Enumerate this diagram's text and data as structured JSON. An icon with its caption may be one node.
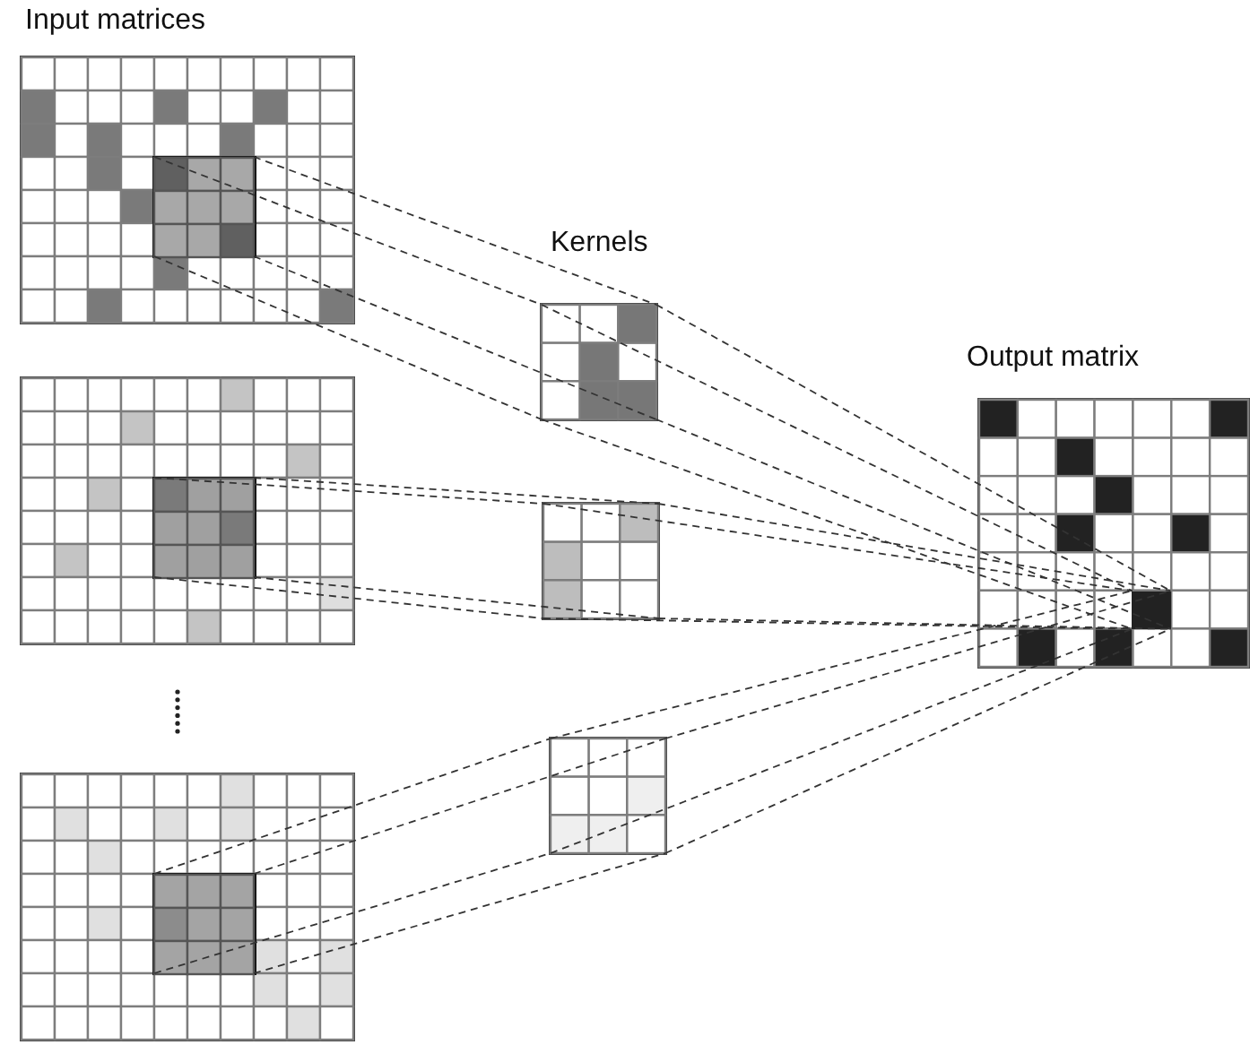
{
  "diagram": {
    "nodes": [
      {
        "text": [],
        "shape": "box"
      },
      {
        "text": [],
        "shape": "box",
        "in": 0
      },
      {
        "text": [],
        "shape": "box"
      },
      {
        "text": [],
        "shape": "box",
        "in": 2
      },
      {
        "text": [],
        "shape": "box"
      },
      {
        "text": [],
        "shape": "box",
        "in": 4
      },
      {
        "text": [],
        "shape": "box"
      },
      {
        "text": [],
        "shape": "box"
      },
      {
        "text": [],
        "shape": "box"
      },
      {
        "text": [],
        "shape": "box"
      },
      {
        "text": [],
        "shape": "box",
        "in": 9
      }
    ],
    "edges": [
      {
        "from": 1,
        "to": 6,
        "arrow": "none",
        "style": "dashed"
      },
      {
        "from": 1,
        "to": 6,
        "arrow": "none",
        "style": "dashed"
      },
      {
        "from": 1,
        "to": 6,
        "arrow": "none",
        "style": "dashed"
      },
      {
        "from": 1,
        "to": 6,
        "arrow": "none",
        "style": "dashed"
      },
      {
        "from": 3,
        "to": 7,
        "arrow": "none",
        "style": "dashed"
      },
      {
        "from": 3,
        "to": 7,
        "arrow": "none",
        "style": "dashed"
      },
      {
        "from": 3,
        "to": 7,
        "arrow": "none",
        "style": "dashed"
      },
      {
        "from": 3,
        "to": 7,
        "arrow": "none",
        "style": "dashed"
      },
      {
        "from": 5,
        "to": 8,
        "arrow": "none",
        "style": "dashed"
      },
      {
        "from": 5,
        "to": 8,
        "arrow": "none",
        "style": "dashed"
      },
      {
        "from": 5,
        "to": 8,
        "arrow": "none",
        "style": "dashed"
      },
      {
        "from": 5,
        "to": 8,
        "arrow": "none",
        "style": "dashed"
      },
      {
        "from": 6,
        "to": 10,
        "arrow": "none",
        "style": "dashed"
      },
      {
        "from": 6,
        "to": 10,
        "arrow": "none",
        "style": "dashed"
      },
      {
        "from": 6,
        "to": 10,
        "arrow": "none",
        "style": "dashed"
      },
      {
        "from": 6,
        "to": 10,
        "arrow": "none",
        "style": "dashed"
      },
      {
        "from": 7,
        "to": 10,
        "arrow": "none",
        "style": "dashed"
      },
      {
        "from": 7,
        "to": 10,
        "arrow": "none",
        "style": "dashed"
      },
      {
        "from": 7,
        "to": 10,
        "arrow": "none",
        "style": "dashed"
      },
      {
        "from": 7,
        "to": 10,
        "arrow": "none",
        "style": "dashed"
      },
      {
        "from": 8,
        "to": 10,
        "arrow": "none",
        "style": "dashed"
      },
      {
        "from": 8,
        "to": 10,
        "arrow": "none",
        "style": "dashed"
      },
      {
        "from": 8,
        "to": 10,
        "arrow": "none",
        "style": "dashed"
      },
      {
        "from": 8,
        "to": 10,
        "arrow": "none",
        "style": "dashed"
      }
    ],
    "labels": [
      "Input matrices",
      "Kernels",
      "Output matrix"
    ]
  }
}
